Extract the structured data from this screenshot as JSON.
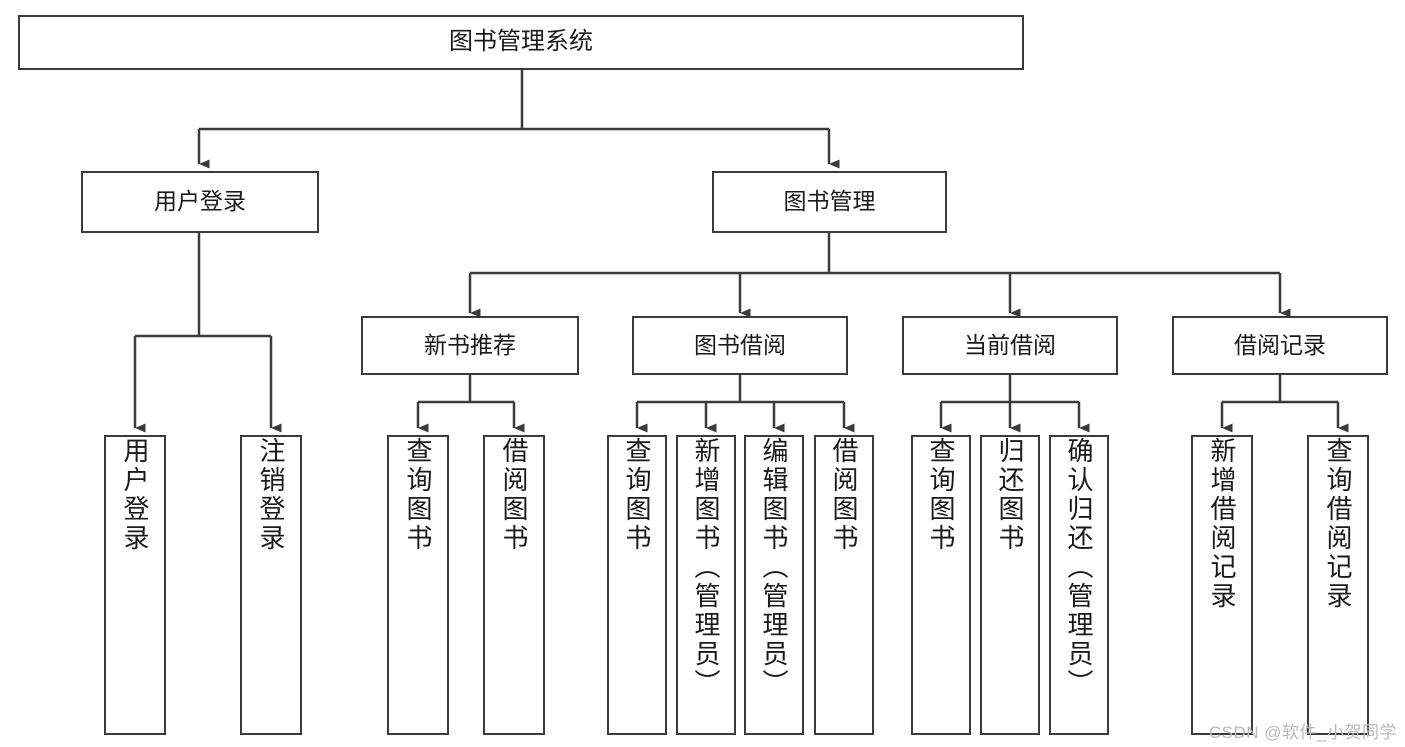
{
  "diagram": {
    "type": "tree-hierarchy-chart",
    "title": "图书管理系统",
    "stroke_color": "#3b3b3b",
    "text_color": "#1a1a1a",
    "background": "#ffffff",
    "root": {
      "label": "图书管理系统"
    },
    "level2": [
      {
        "label": "用户登录"
      },
      {
        "label": "图书管理"
      }
    ],
    "level3": [
      {
        "label": "新书推荐"
      },
      {
        "label": "图书借阅"
      },
      {
        "label": "当前借阅"
      },
      {
        "label": "借阅记录"
      }
    ],
    "leaves": {
      "user_login": [
        {
          "label": "用户登录"
        },
        {
          "label": "注销登录"
        }
      ],
      "new_book_recommend": [
        {
          "label": "查询图书"
        },
        {
          "label": "借阅图书"
        }
      ],
      "book_borrow": [
        {
          "label": "查询图书"
        },
        {
          "label": "新增图书（管理员）"
        },
        {
          "label": "编辑图书（管理员）"
        },
        {
          "label": "借阅图书"
        }
      ],
      "current_borrow": [
        {
          "label": "查询图书"
        },
        {
          "label": "归还图书"
        },
        {
          "label": "确认归还（管理员）"
        }
      ],
      "borrow_record": [
        {
          "label": "新增借阅记录"
        },
        {
          "label": "查询借阅记录"
        }
      ]
    }
  },
  "watermark": {
    "text": "CSDN @软件_小贺同学"
  }
}
